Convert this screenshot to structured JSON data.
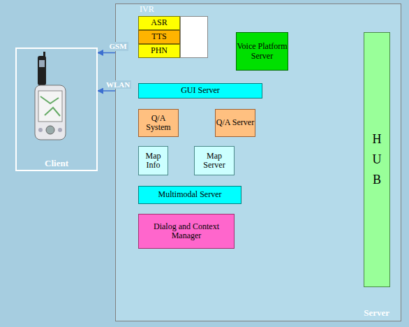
{
  "diagram": {
    "nodes": [
      {
        "text": [
          "Client"
        ]
      },
      {
        "text": [
          "Server"
        ]
      },
      {
        "text": [
          "IVR"
        ],
        "in": 1
      },
      {
        "text": [
          "ASR"
        ],
        "in": 2
      },
      {
        "text": [
          "TTS"
        ],
        "in": 2
      },
      {
        "text": [
          "PHN"
        ],
        "in": 2
      },
      {
        "text": [
          "Voice Platform Server"
        ],
        "in": 1
      },
      {
        "text": [
          "H U B"
        ],
        "in": 1
      },
      {
        "text": [
          "GUI Server"
        ],
        "in": 1
      },
      {
        "text": [
          "Q/A System"
        ],
        "in": 1
      },
      {
        "text": [
          "Q/A Server"
        ],
        "in": 1
      },
      {
        "text": [
          "Map Info"
        ],
        "in": 1
      },
      {
        "text": [
          "Map Server"
        ],
        "in": 1
      },
      {
        "text": [
          "Multimodal Server"
        ],
        "in": 1
      },
      {
        "text": [
          "Dialog and Context Manager"
        ],
        "in": 1
      }
    ],
    "edges": [
      {
        "from": 0,
        "to": 5,
        "label": "GSM",
        "arrow": "both"
      },
      {
        "from": 8,
        "to": 0,
        "label": "WLAN",
        "arrow": "to"
      },
      {
        "from": 2,
        "to": 6,
        "arrow": "to"
      },
      {
        "from": 6,
        "to": 7,
        "arrow": "to"
      },
      {
        "from": 8,
        "to": 7,
        "arrow": "to"
      },
      {
        "from": 9,
        "to": 10,
        "arrow": "to"
      },
      {
        "from": 10,
        "to": 7,
        "arrow": "to"
      },
      {
        "from": 11,
        "to": 12,
        "arrow": "to"
      },
      {
        "from": 12,
        "to": 7,
        "arrow": "to"
      },
      {
        "from": 7,
        "to": 13,
        "arrow": "to"
      },
      {
        "from": 14,
        "to": 7,
        "arrow": "both"
      }
    ]
  }
}
